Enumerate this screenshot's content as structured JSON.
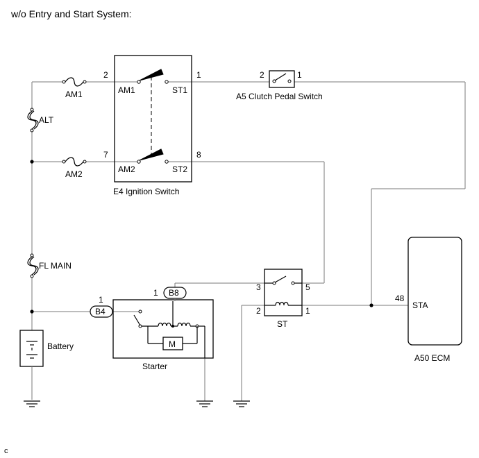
{
  "title": "w/o Entry and Start System:",
  "footer_code": "c",
  "ignition_switch": {
    "name": "E4 Ignition Switch",
    "terminals": [
      "AM1",
      "ST1",
      "AM2",
      "ST2"
    ],
    "pins": [
      "2",
      "1",
      "7",
      "8"
    ]
  },
  "clutch_switch": {
    "name": "A5 Clutch Pedal Switch",
    "pin_left": "2",
    "pin_right": "1"
  },
  "fuses": {
    "am1": "AM1",
    "am2": "AM2",
    "alt": "ALT",
    "fl_main": "FL MAIN"
  },
  "battery": {
    "label": "Battery"
  },
  "starter": {
    "label": "Starter",
    "connector_b4": "B4",
    "connector_b8": "B8",
    "pin_b4": "1",
    "pin_b8": "1",
    "motor": "M"
  },
  "relay": {
    "label": "ST",
    "pins": [
      "3",
      "5",
      "2",
      "1"
    ]
  },
  "ecm": {
    "name": "A50 ECM",
    "terminal": "STA",
    "pin": "48"
  }
}
